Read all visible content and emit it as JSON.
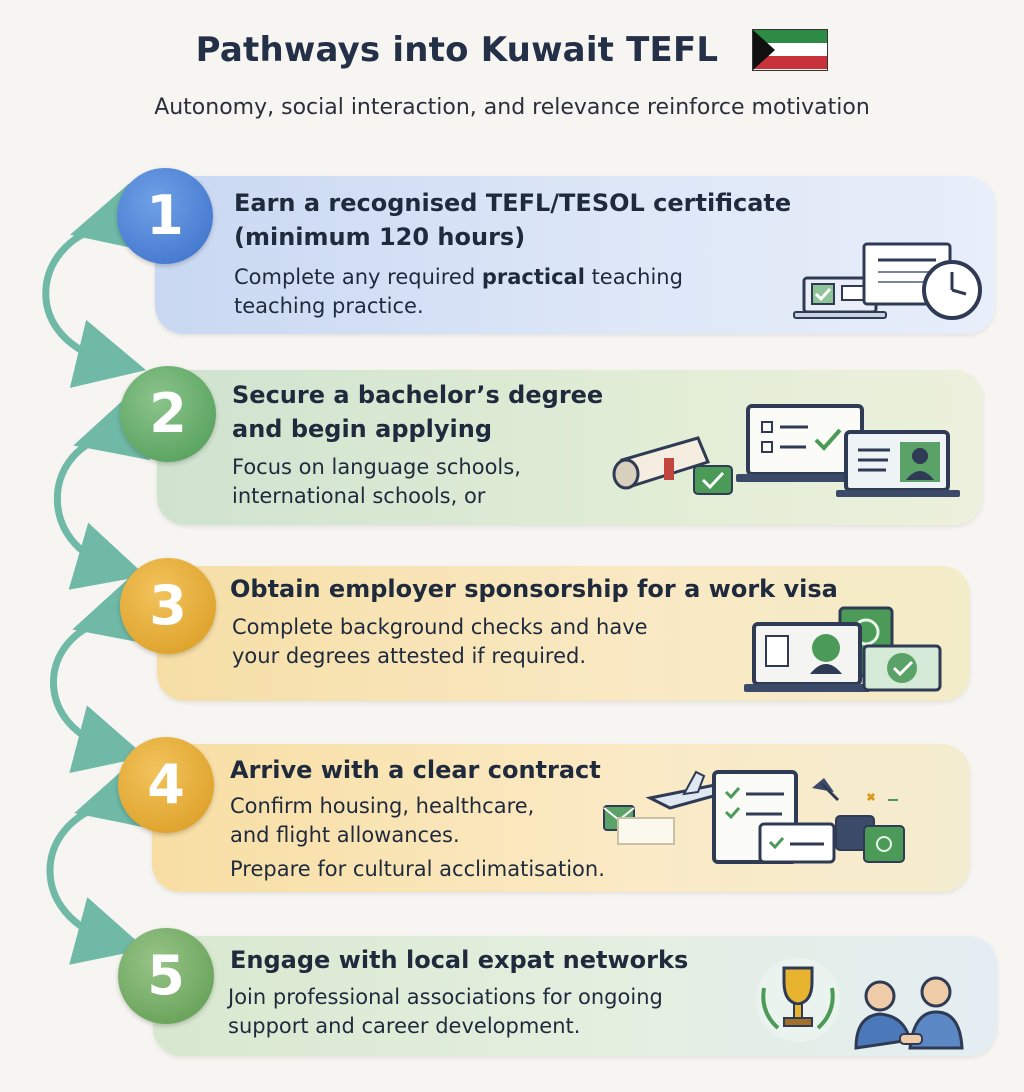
{
  "title": "Pathways into Kuwait TEFL",
  "subtitle": "Autonomy, social interaction, and relevance reinforce motivation",
  "colors": {
    "blue": "#3a6fc9",
    "green": "#4d9a55",
    "amber": "#d99a1f",
    "flag_green": "#2e8b46",
    "flag_red": "#c8323a"
  },
  "steps": [
    {
      "number": "1",
      "heading_line1": "Earn a recognised TEFL/TESOL certificate",
      "heading_line2": "(minimum 120 hours)",
      "body_before": "Complete any required ",
      "body_bold": "practical",
      "body_after": " teaching",
      "body_line2": "teaching practice.",
      "icons": [
        "laptop-check-icon",
        "certificate-document-icon",
        "clock-icon"
      ]
    },
    {
      "number": "2",
      "heading_line1": "Secure a bachelor’s degree",
      "heading_line2": "and begin applying",
      "body_line1": "Focus on language schools,",
      "body_line2": "international schools, or",
      "icons": [
        "diploma-scroll-icon",
        "checklist-monitor-icon",
        "online-interview-laptop-icon"
      ]
    },
    {
      "number": "3",
      "heading_line1": "Obtain employer sponsorship for a work visa",
      "body_line1": "Complete background checks and have",
      "body_line2": "your degrees attested if required.",
      "icons": [
        "laptop-profile-icon",
        "visa-document-icon",
        "approved-check-icon"
      ]
    },
    {
      "number": "4",
      "heading_line1": "Arrive with a clear contract",
      "body_line1": "Confirm housing, healthcare,",
      "body_line2": "and flight allowances.",
      "body_line3": "Prepare for cultural acclimatisation.",
      "icons": [
        "envelope-icon",
        "airplane-icon",
        "contract-checklist-icon",
        "desk-lamp-icon",
        "briefcase-icon"
      ]
    },
    {
      "number": "5",
      "heading_line1": "Engage with local expat networks",
      "body_line1": "Join professional associations for ongoing",
      "body_line2": "support and career development.",
      "icons": [
        "trophy-icon",
        "handshake-people-icon"
      ]
    }
  ]
}
